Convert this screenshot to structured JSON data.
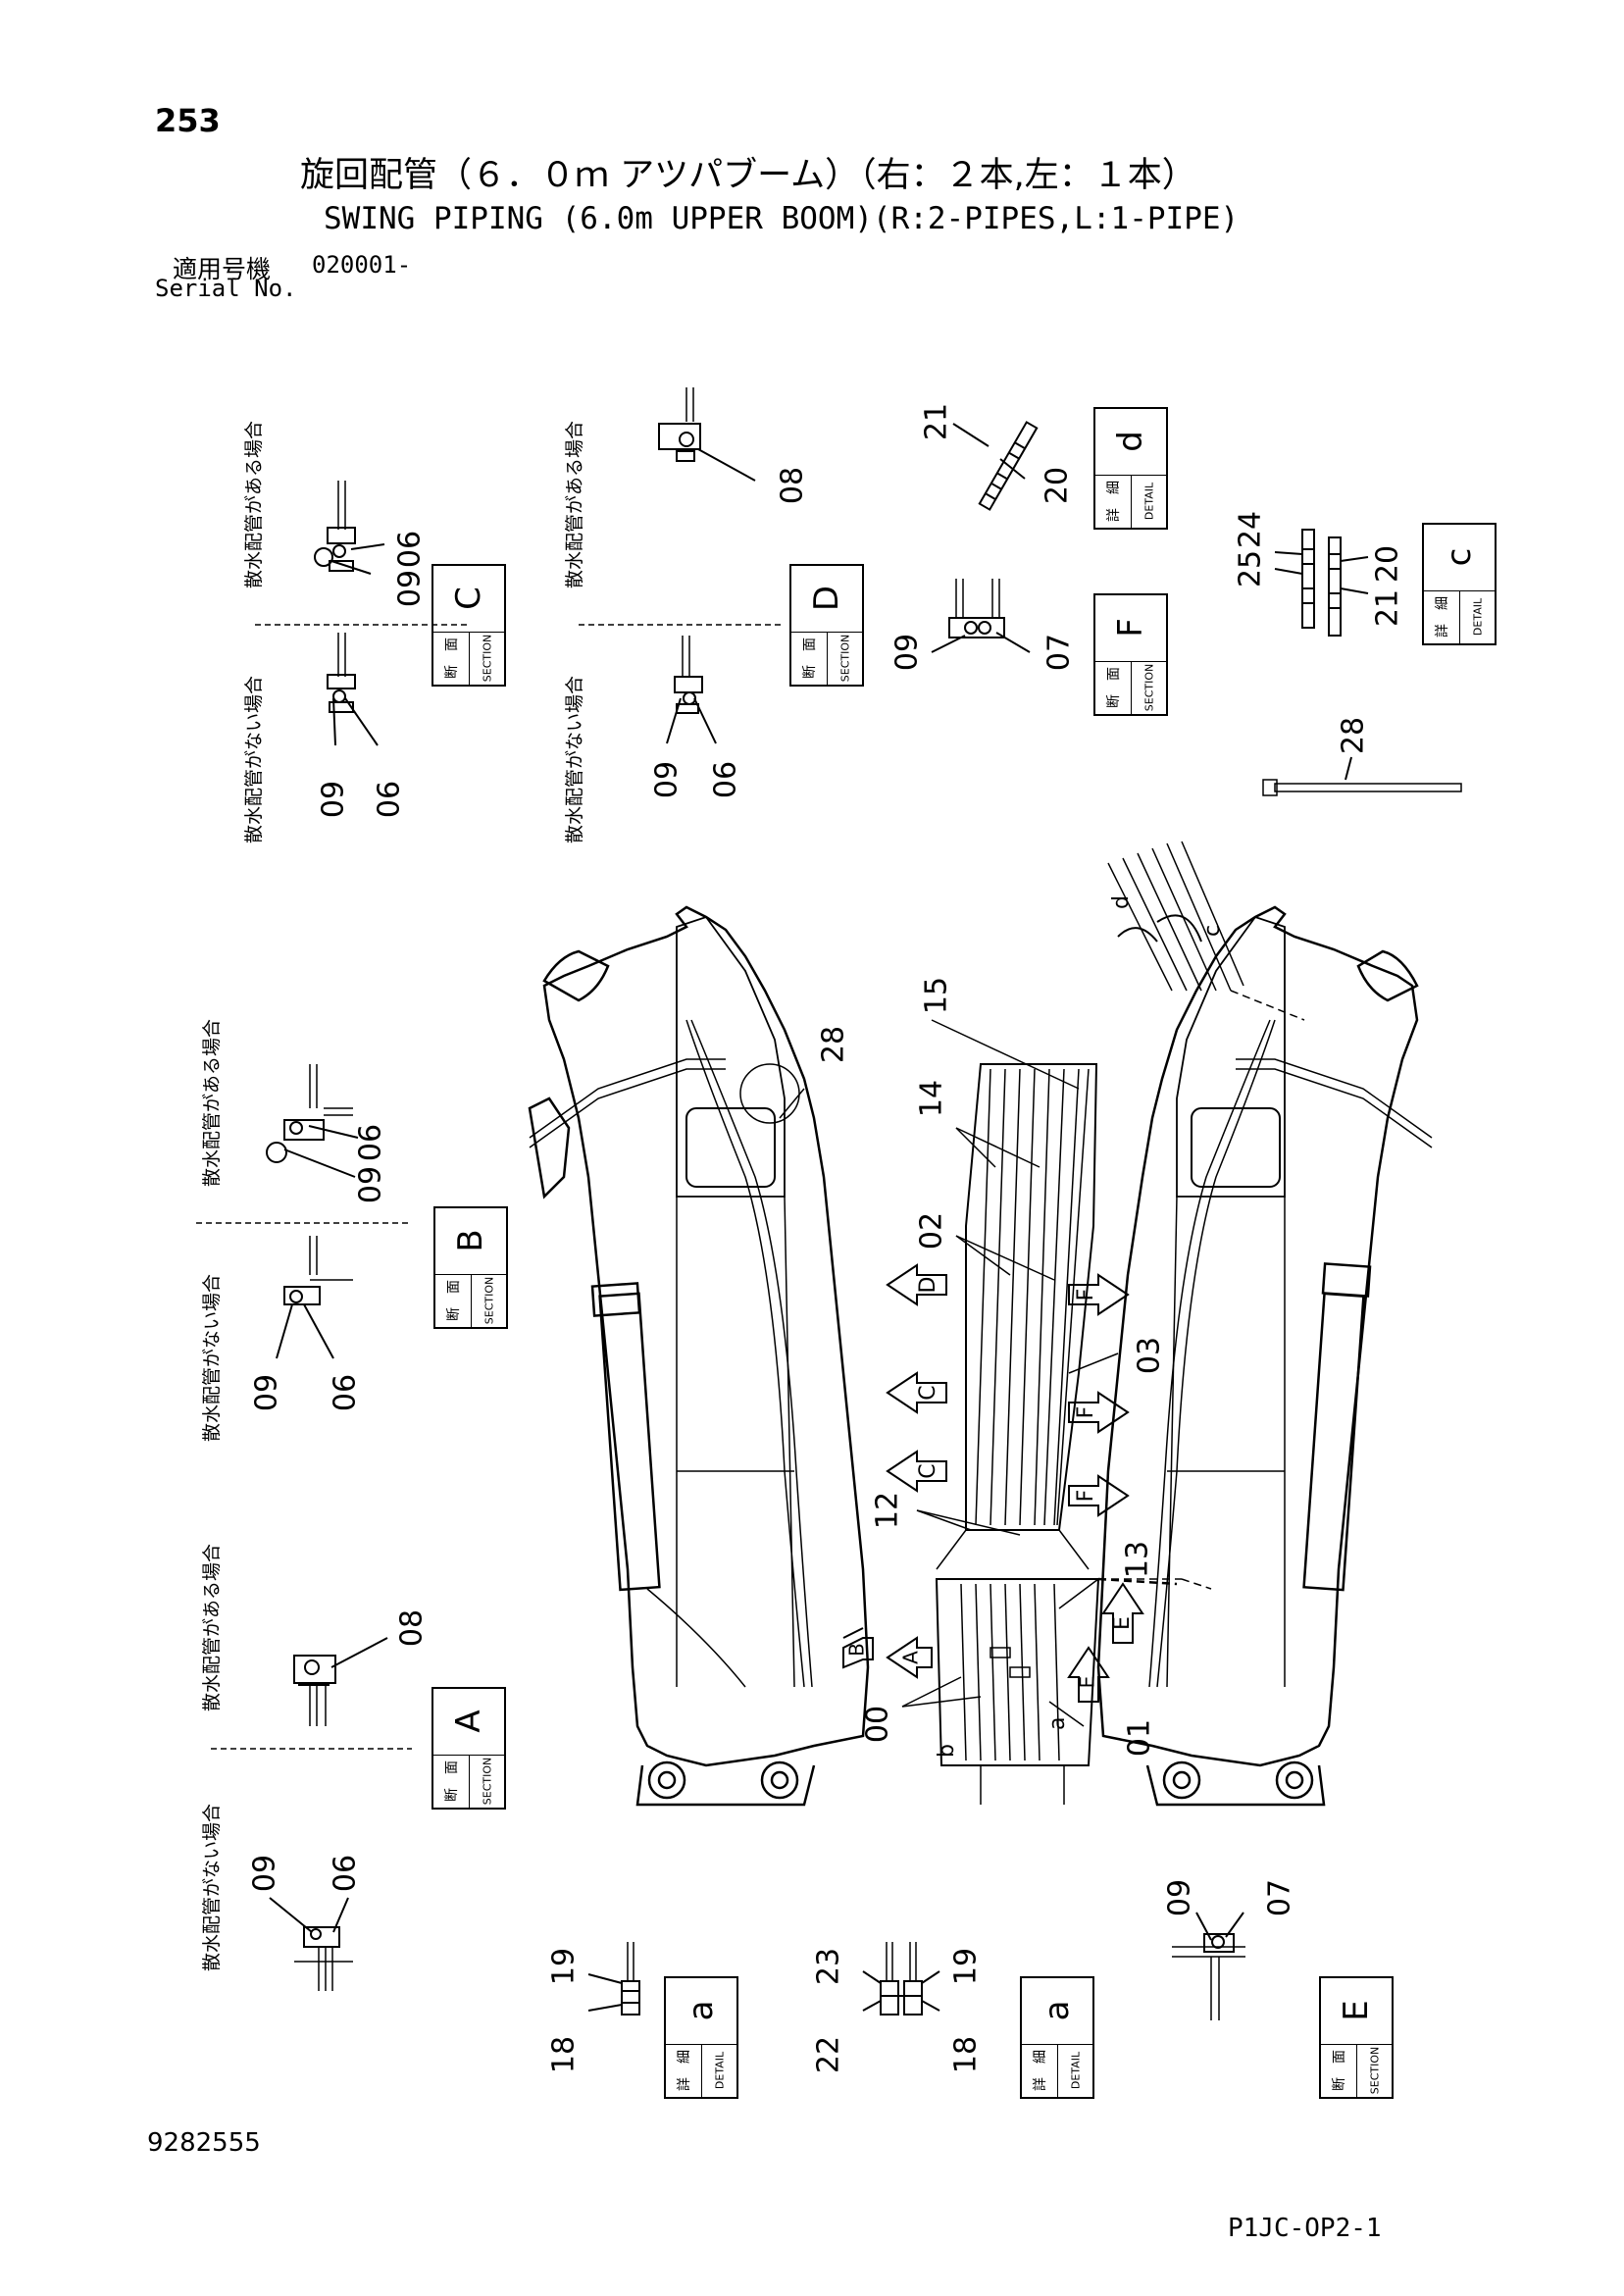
{
  "header": {
    "page_number": "253",
    "title_jp": "旋回配管（６．０ｍ アツパブーム）（右：２本,左：１本）",
    "title_en": "SWING PIPING (6.0m UPPER BOOM)(R:2-PIPES,L:1-PIPE)",
    "serial_label_jp": "適用号機",
    "serial_value": "020001-",
    "serial_label_en": "Serial No."
  },
  "footer": {
    "doc_number": "9282555",
    "page_code": "P1JC-OP2-1"
  },
  "common": {
    "section_jp": "断　面",
    "section_en": "SECTION",
    "detail_jp": "詳　細",
    "detail_en": "DETAIL",
    "with_water_jp": "散水配管がある場合",
    "without_water_jp": "散水配管がない場合"
  },
  "boxes": {
    "section_C": "C",
    "section_D": "D",
    "section_F": "F",
    "section_B": "B",
    "section_A": "A",
    "section_E": "E",
    "detail_d": "d",
    "detail_c": "c",
    "detail_a1": "a",
    "detail_a2": "a"
  },
  "callouts": [
    {
      "key": "c_21a",
      "text": "21"
    },
    {
      "key": "c_20a",
      "text": "20"
    },
    {
      "key": "c_25",
      "text": "25"
    },
    {
      "key": "c_24",
      "text": "24"
    },
    {
      "key": "c_20b",
      "text": "20"
    },
    {
      "key": "c_21b",
      "text": "21"
    },
    {
      "key": "c_28a",
      "text": "28"
    },
    {
      "key": "c_06a",
      "text": "06"
    },
    {
      "key": "c_09a",
      "text": "09"
    },
    {
      "key": "c_09b",
      "text": "09"
    },
    {
      "key": "c_06b",
      "text": "06"
    },
    {
      "key": "c_08a",
      "text": "08"
    },
    {
      "key": "c_09c",
      "text": "09"
    },
    {
      "key": "c_06c",
      "text": "06"
    },
    {
      "key": "c_09d",
      "text": "09"
    },
    {
      "key": "c_07a",
      "text": "07"
    },
    {
      "key": "c_06d",
      "text": "06"
    },
    {
      "key": "c_09e",
      "text": "09"
    },
    {
      "key": "c_09f",
      "text": "09"
    },
    {
      "key": "c_06e",
      "text": "06"
    },
    {
      "key": "c_08b",
      "text": "08"
    },
    {
      "key": "c_09g",
      "text": "09"
    },
    {
      "key": "c_06f",
      "text": "06"
    },
    {
      "key": "c_28b",
      "text": "28"
    },
    {
      "key": "c_15",
      "text": "15"
    },
    {
      "key": "c_14",
      "text": "14"
    },
    {
      "key": "c_02",
      "text": "02"
    },
    {
      "key": "c_03",
      "text": "03"
    },
    {
      "key": "c_12",
      "text": "12"
    },
    {
      "key": "c_13",
      "text": "13"
    },
    {
      "key": "c_00",
      "text": "00"
    },
    {
      "key": "c_01",
      "text": "01"
    },
    {
      "key": "c_18a",
      "text": "18"
    },
    {
      "key": "c_19a",
      "text": "19"
    },
    {
      "key": "c_23",
      "text": "23"
    },
    {
      "key": "c_22",
      "text": "22"
    },
    {
      "key": "c_19b",
      "text": "19"
    },
    {
      "key": "c_18b",
      "text": "18"
    },
    {
      "key": "c_09h",
      "text": "09"
    },
    {
      "key": "c_07b",
      "text": "07"
    }
  ],
  "view_arrows": {
    "D1": "D",
    "F1": "F",
    "C1": "C",
    "F2": "F",
    "C2": "C",
    "F3": "F",
    "E1": "E",
    "B1": "B",
    "A1": "A",
    "E2": "E"
  },
  "detail_markers": {
    "d": "d",
    "c": "c",
    "a": "a",
    "b": "b"
  }
}
